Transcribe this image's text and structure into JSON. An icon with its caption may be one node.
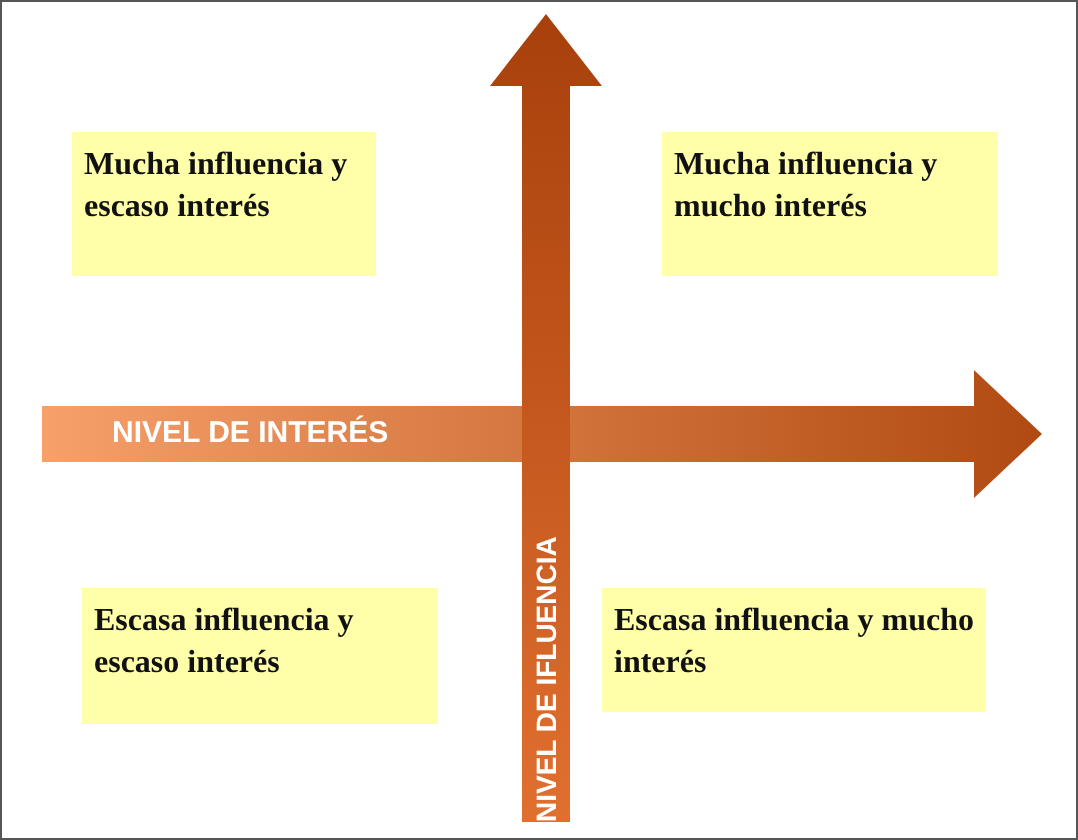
{
  "diagram": {
    "nodes": [
      {
        "text": [
          "Mucha influencia y escaso interés"
        ]
      },
      {
        "text": [
          "Mucha influencia y mucho interés"
        ]
      },
      {
        "text": [
          "Escasa influencia y escaso interés"
        ]
      },
      {
        "text": [
          "Escasa influencia y mucho interés"
        ]
      }
    ],
    "edges": [],
    "labels": [
      "NIVEL DE INTERÉS",
      "NIVEL DE IFLUENCIA"
    ]
  }
}
